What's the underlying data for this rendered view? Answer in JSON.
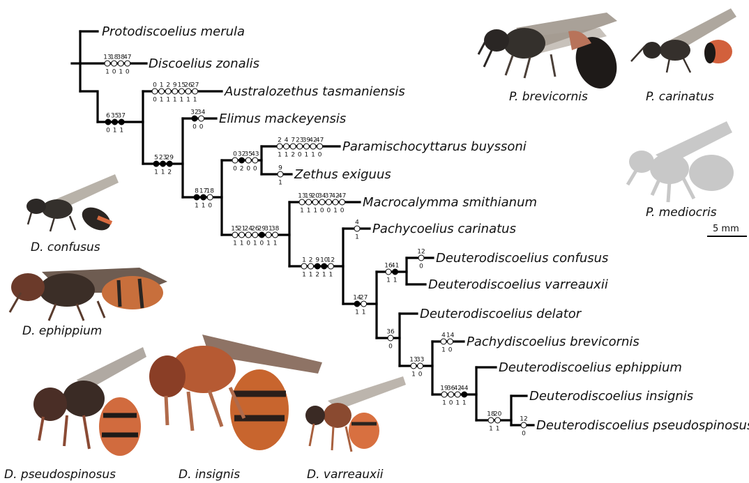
{
  "taxa": [
    "Protodiscoelius merula",
    "Discoelius zonalis",
    "Australozethus tasmaniensis",
    "Elimus mackeyensis",
    "Paramischocyttarus buyssoni",
    "Zethus exiguus",
    "Macrocalymma smithianum",
    "Pachycoelius carinatus",
    "Deuterodiscoelius confusus",
    "Deuterodiscoelius varreauxii",
    "Deuterodiscoelius delator",
    "Pachydiscoelius brevicornis",
    "Deuterodiscoelius ephippium",
    "Deuterodiscoelius insignis",
    "Deuterodiscoelius pseudospinosus"
  ],
  "captions": {
    "p_brevicornis": "P. brevicornis",
    "p_carinatus": "P. carinatus",
    "p_mediocris": "P. mediocris",
    "d_confusus": "D. confusus",
    "d_ephippium": "D. ephippium",
    "d_pseudospinosus": "D. pseudospinosus",
    "d_insignis": "D. insignis",
    "d_varreauxii": "D. varreauxii"
  },
  "scale_bar": "5 mm",
  "changes": [
    {
      "chars": [
        "13",
        "18",
        "38",
        "47"
      ],
      "states": [
        "1",
        "0",
        "1",
        "0"
      ],
      "filled": [
        false,
        false,
        false,
        false
      ]
    },
    {
      "chars": [
        "0",
        "1",
        "2",
        "9",
        "15",
        "26",
        "27"
      ],
      "states": [
        "0",
        "1",
        "1",
        "1",
        "1",
        "1",
        "1"
      ],
      "filled": [
        false,
        false,
        false,
        false,
        false,
        false,
        false
      ]
    },
    {
      "chars": [
        "6",
        "35",
        "37"
      ],
      "states": [
        "0",
        "1",
        "1"
      ],
      "filled": [
        true,
        true,
        true
      ]
    },
    {
      "chars": [
        "32",
        "34"
      ],
      "states": [
        "0",
        "0"
      ],
      "filled": [
        true,
        false
      ]
    },
    {
      "chars": [
        "2",
        "4",
        "7",
        "23",
        "39",
        "42",
        "47"
      ],
      "states": [
        "1",
        "1",
        "2",
        "0",
        "1",
        "1",
        "0"
      ],
      "filled": [
        false,
        false,
        false,
        false,
        false,
        false,
        false
      ]
    },
    {
      "chars": [
        "0",
        "32",
        "35",
        "43"
      ],
      "states": [
        "0",
        "2",
        "0",
        "0"
      ],
      "filled": [
        false,
        true,
        false,
        false
      ]
    },
    {
      "chars": [
        "9"
      ],
      "states": [
        "1"
      ],
      "filled": [
        false
      ]
    },
    {
      "chars": [
        "5",
        "23",
        "29"
      ],
      "states": [
        "1",
        "1",
        "2"
      ],
      "filled": [
        true,
        true,
        true
      ]
    },
    {
      "chars": [
        "8",
        "17",
        "18"
      ],
      "states": [
        "1",
        "1",
        "0"
      ],
      "filled": [
        true,
        true,
        false
      ]
    },
    {
      "chars": [
        "13",
        "19",
        "20",
        "34",
        "37",
        "42",
        "47"
      ],
      "states": [
        "1",
        "1",
        "1",
        "0",
        "0",
        "1",
        "0"
      ],
      "filled": [
        false,
        false,
        false,
        false,
        false,
        false,
        false
      ]
    },
    {
      "chars": [
        "15",
        "21",
        "24",
        "26",
        "29",
        "31",
        "38"
      ],
      "states": [
        "1",
        "1",
        "0",
        "1",
        "0",
        "1",
        "1"
      ],
      "filled": [
        false,
        false,
        false,
        false,
        true,
        false,
        false
      ]
    },
    {
      "chars": [
        "4"
      ],
      "states": [
        "1"
      ],
      "filled": [
        false
      ]
    },
    {
      "chars": [
        "1",
        "2",
        "9",
        "10",
        "12"
      ],
      "states": [
        "1",
        "1",
        "2",
        "1",
        "1"
      ],
      "filled": [
        false,
        false,
        true,
        true,
        false
      ]
    },
    {
      "chars": [
        "12"
      ],
      "states": [
        "0"
      ],
      "filled": [
        false
      ]
    },
    {
      "chars": [
        "16",
        "41"
      ],
      "states": [
        "1",
        "1"
      ],
      "filled": [
        false,
        true
      ]
    },
    {
      "chars": [
        "14",
        "27"
      ],
      "states": [
        "1",
        "1"
      ],
      "filled": [
        true,
        false
      ]
    },
    {
      "chars": [
        "36"
      ],
      "states": [
        "0"
      ],
      "filled": [
        false
      ]
    },
    {
      "chars": [
        "4",
        "14"
      ],
      "states": [
        "1",
        "0"
      ],
      "filled": [
        false,
        false
      ]
    },
    {
      "chars": [
        "13",
        "33"
      ],
      "states": [
        "1",
        "0"
      ],
      "filled": [
        false,
        false
      ]
    },
    {
      "chars": [
        "19",
        "36",
        "42",
        "44"
      ],
      "states": [
        "1",
        "0",
        "1",
        "1"
      ],
      "filled": [
        false,
        false,
        false,
        true
      ]
    },
    {
      "chars": [
        "18",
        "20"
      ],
      "states": [
        "1",
        "1"
      ],
      "filled": [
        false,
        false
      ]
    },
    {
      "chars": [
        "12"
      ],
      "states": [
        "0"
      ],
      "filled": [
        false
      ]
    }
  ]
}
